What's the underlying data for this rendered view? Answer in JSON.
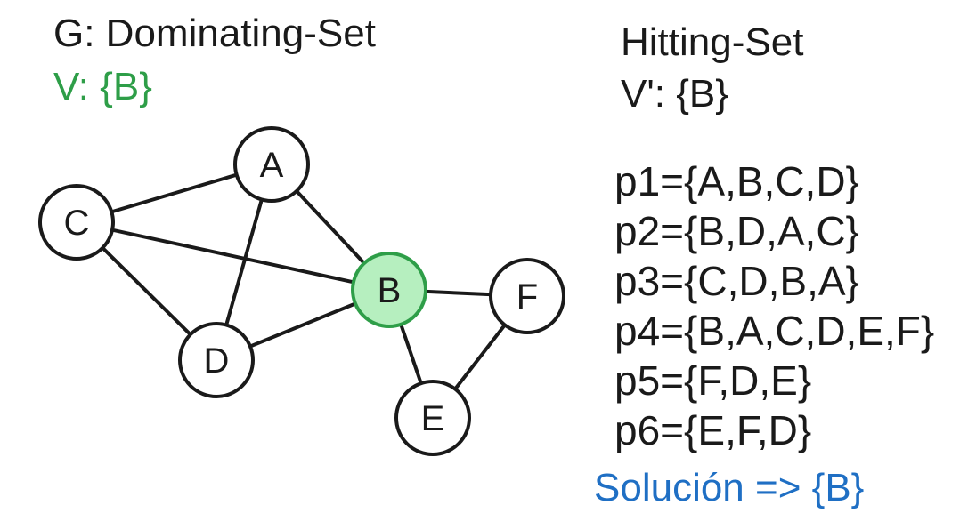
{
  "left_panel": {
    "title": "G: Dominating-Set",
    "subtitle": "V: {B}",
    "subtitle_color": "#2e9e48"
  },
  "right_panel": {
    "title": "Hitting-Set",
    "subtitle": "V': {B}",
    "sets": [
      "p1={A,B,C,D}",
      "p2={B,D,A,C}",
      "p3={C,D,B,A}",
      "p4={B,A,C,D,E,F}",
      "p5={F,D,E}",
      "p6={E,F,D}"
    ],
    "solution": "Solución => {B}",
    "solution_color": "#1f6fc4"
  },
  "graph": {
    "nodes": [
      {
        "id": "A",
        "label": "A",
        "highlighted": false
      },
      {
        "id": "B",
        "label": "B",
        "highlighted": true
      },
      {
        "id": "C",
        "label": "C",
        "highlighted": false
      },
      {
        "id": "D",
        "label": "D",
        "highlighted": false
      },
      {
        "id": "E",
        "label": "E",
        "highlighted": false
      },
      {
        "id": "F",
        "label": "F",
        "highlighted": false
      }
    ],
    "edges": [
      [
        "C",
        "A"
      ],
      [
        "C",
        "B"
      ],
      [
        "C",
        "D"
      ],
      [
        "A",
        "D"
      ],
      [
        "A",
        "B"
      ],
      [
        "D",
        "B"
      ],
      [
        "B",
        "F"
      ],
      [
        "B",
        "E"
      ],
      [
        "E",
        "F"
      ]
    ],
    "colors": {
      "node_fill": "#ffffff",
      "node_stroke": "#1a1a1a",
      "edge": "#1a1a1a",
      "highlight_fill": "#b6efbf",
      "highlight_stroke": "#2e9e48"
    }
  }
}
